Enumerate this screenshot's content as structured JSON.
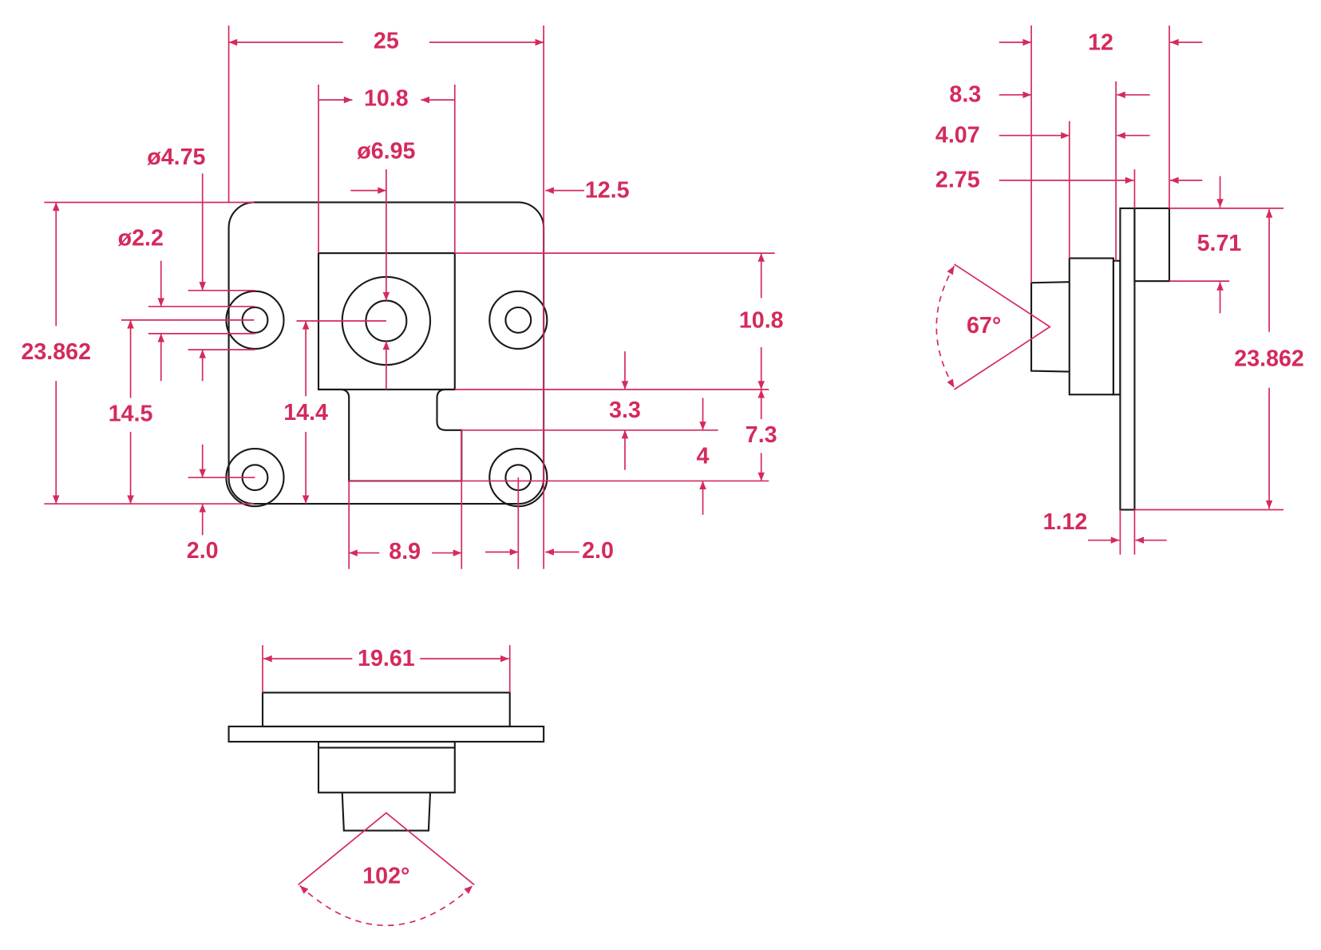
{
  "colors": {
    "dimension": "#d42a5c",
    "outline": "#1a1a1a"
  },
  "front_view": {
    "width": "25",
    "sensor_width": "10.8",
    "lens_diameter": "ø6.95",
    "half_width": "12.5",
    "hole_outer_diameter": "ø4.75",
    "hole_diameter": "ø2.2",
    "height": "23.862",
    "hole_spacing_vertical": "14.5",
    "lens_center_height": "14.4",
    "sensor_height": "10.8",
    "notch_height": "3.3",
    "lower_offset": "7.3",
    "connector_gap": "4",
    "bottom_hole_offset": "2.0",
    "connector_width": "8.9",
    "side_hole_offset": "2.0"
  },
  "side_view": {
    "total_depth": "12",
    "lens_depth": "8.3",
    "barrel_depth": "4.07",
    "module_depth": "2.75",
    "field_of_view_vertical": "67°",
    "connector_height": "5.71",
    "height": "23.862",
    "board_thickness": "1.12"
  },
  "bottom_view": {
    "connector_width": "19.61",
    "field_of_view_horizontal": "102°"
  }
}
